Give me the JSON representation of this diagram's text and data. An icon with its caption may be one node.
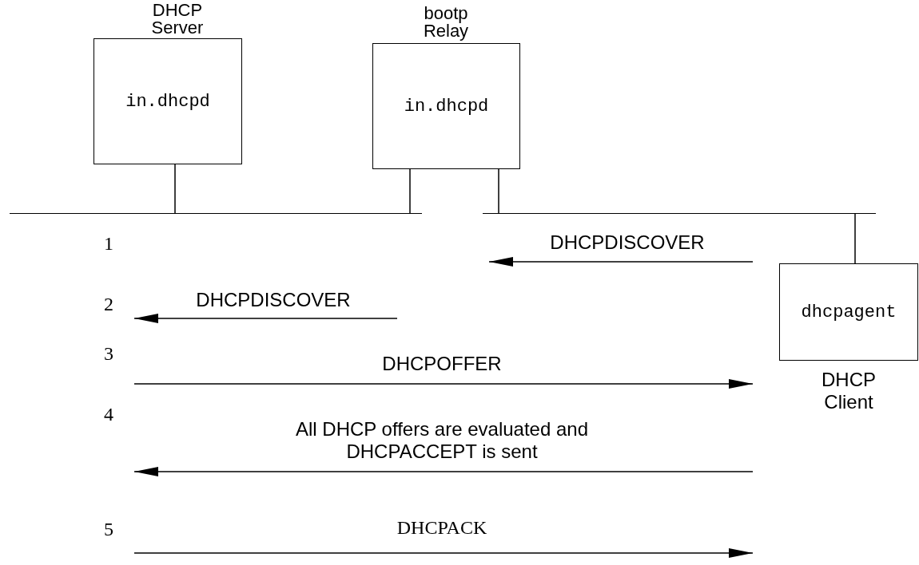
{
  "diagram": {
    "nodes": [
      {
        "text": [
          "DHCP Server",
          "in.dhcpd"
        ]
      },
      {
        "text": [
          "bootp Relay",
          "in.dhcpd"
        ]
      },
      {
        "text": [
          "dhcpagent"
        ],
        "beside": [
          "DHCP Client"
        ]
      },
      {
        "text": [],
        "shape": "bar"
      },
      {
        "text": [],
        "shape": "bar"
      }
    ],
    "edges": [
      {
        "from": 0,
        "to": 3,
        "arrow": "none"
      },
      {
        "from": 1,
        "to": 3,
        "arrow": "none"
      },
      {
        "from": 1,
        "to": 4,
        "arrow": "none"
      },
      {
        "from": 2,
        "to": 4,
        "arrow": "none"
      }
    ],
    "labels": [
      "1",
      "DHCPDISCOVER",
      "2",
      "DHCPDISCOVER",
      "3",
      "DHCPOFFER",
      "4",
      "All DHCP offers are evaluated and DHCPACCEPT is sent",
      "5",
      "DHCPACK"
    ]
  }
}
